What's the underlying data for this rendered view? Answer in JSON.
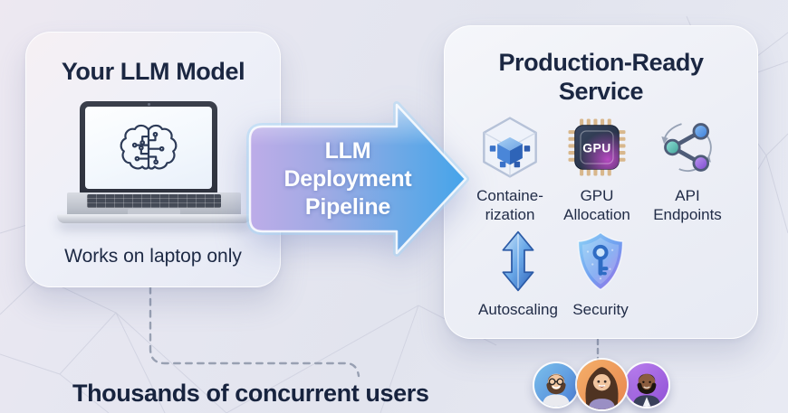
{
  "left_card": {
    "title": "Your LLM Model",
    "caption": "Works on laptop only"
  },
  "pipeline_arrow": {
    "line1": "LLM",
    "line2": "Deployment",
    "line3": "Pipeline"
  },
  "right_card": {
    "title": "Production-Ready Service",
    "features": [
      {
        "icon": "container-icon",
        "line1": "Containe-",
        "line2": "rization"
      },
      {
        "icon": "gpu-chip-icon",
        "line1": "GPU",
        "line2": "Allocation",
        "chip_text": "GPU"
      },
      {
        "icon": "api-endpoints-icon",
        "line1": "API",
        "line2": "Endpoints"
      },
      {
        "icon": "autoscaling-icon",
        "line1": "Autoscaling",
        "line2": ""
      },
      {
        "icon": "security-shield-icon",
        "line1": "Security",
        "line2": ""
      }
    ]
  },
  "footer": {
    "caption": "Thousands of concurrent users"
  },
  "colors": {
    "background": "#e4e6f0",
    "title_text": "#1b2742",
    "arrow_gradient_start": "#bdace8",
    "arrow_gradient_end": "#45a4ea",
    "avatar1_bg": "#4a7fd6",
    "avatar2_bg": "#e8854e",
    "avatar3_bg": "#9050d6"
  }
}
